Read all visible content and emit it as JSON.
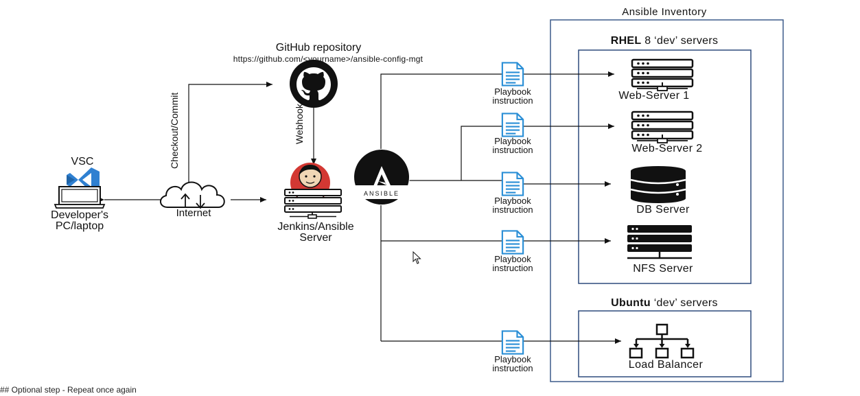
{
  "inventory": {
    "title": "Ansible Inventory",
    "rhel_group_bold": "RHEL",
    "rhel_group_rest": " 8 ‘dev’ servers",
    "ubuntu_group_bold": "Ubuntu",
    "ubuntu_group_rest": " ‘dev’ servers"
  },
  "github": {
    "title": "GitHub repository",
    "url": "https://github.com/<yourname>/ansible-config-mgt"
  },
  "developer": {
    "tool": "VSC",
    "label_line1": "Developer's",
    "label_line2": "PC/laptop"
  },
  "internet": {
    "label": "Internet"
  },
  "edges": {
    "checkout": "Checkout/Commit",
    "webhook": "Webhook"
  },
  "jenkins": {
    "label_line1": "Jenkins/Ansible",
    "label_line2": "Server"
  },
  "ansible": {
    "wordmark": "ANSIBLE"
  },
  "playbooks": [
    {
      "line1": "Playbook",
      "line2": "instruction"
    },
    {
      "line1": "Playbook",
      "line2": "instruction"
    },
    {
      "line1": "Playbook",
      "line2": "instruction"
    },
    {
      "line1": "Playbook",
      "line2": "instruction"
    },
    {
      "line1": "Playbook",
      "line2": "instruction"
    }
  ],
  "servers": [
    {
      "label": "Web-Server 1"
    },
    {
      "label": "Web-Server 2"
    },
    {
      "label": "DB Server"
    },
    {
      "label": "NFS Server"
    },
    {
      "label": "Load Balancer"
    }
  ],
  "footer": "## Optional step - Repeat once again"
}
